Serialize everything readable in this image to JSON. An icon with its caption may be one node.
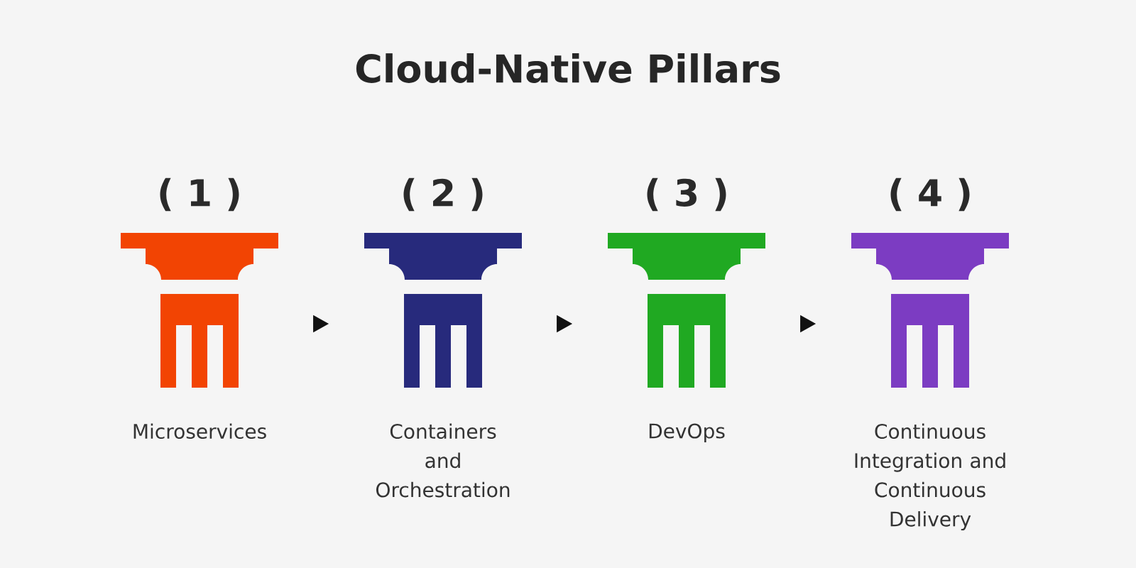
{
  "diagram": {
    "title": "Cloud-Native Pillars",
    "nodes": [
      {
        "text": [
          "( 1 )",
          "Microservices"
        ]
      },
      {
        "text": [
          "( 2 )",
          "Containers and Orchestration"
        ]
      },
      {
        "text": [
          "( 3 )",
          "DevOps"
        ]
      },
      {
        "text": [
          "( 4 )",
          "Continuous Integration and Continuous Delivery"
        ]
      }
    ],
    "edges": [
      {
        "from": 0,
        "to": 1,
        "arrow": "to"
      },
      {
        "from": 1,
        "to": 2,
        "arrow": "to"
      },
      {
        "from": 2,
        "to": 3,
        "arrow": "to"
      }
    ]
  }
}
